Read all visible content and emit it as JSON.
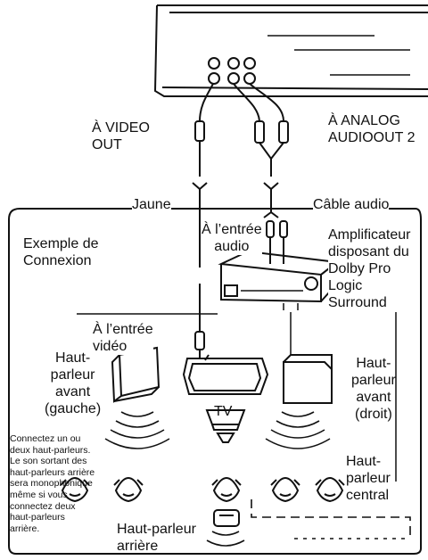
{
  "labels": {
    "video_out": [
      "À VIDEO",
      "OUT"
    ],
    "analog_audio_out": [
      "À ANALOG",
      "AUDIOOUT 2"
    ],
    "jaune": "Jaune",
    "cable_audio": "Câble audio",
    "exemple": [
      "Exemple de",
      "Connexion"
    ],
    "entree_audio": [
      "À l’entrée",
      "audio"
    ],
    "amplificateur": [
      "Amplificateur",
      "disposant du",
      "Dolby Pro",
      "Logic",
      "Surround"
    ],
    "entree_video": [
      "À l’entrée",
      "vidéo"
    ],
    "hp_avant_gauche": [
      "Haut-",
      "parleur",
      "avant",
      "(gauche)"
    ],
    "hp_avant_droit": [
      "Haut-",
      "parleur",
      "avant",
      "(droit)"
    ],
    "tv": "TV",
    "hp_central": [
      "Haut-",
      "parleur",
      "central"
    ],
    "hp_arriere": [
      "Haut-parleur",
      "arrière"
    ],
    "note": [
      "Connectez un ou",
      "deux haut-parleurs.",
      "Le son sortant des",
      "haut-parleurs arrière",
      "sera monophonique",
      "même si vous",
      "connectez deux",
      "haut-parleurs",
      "arrière."
    ]
  }
}
